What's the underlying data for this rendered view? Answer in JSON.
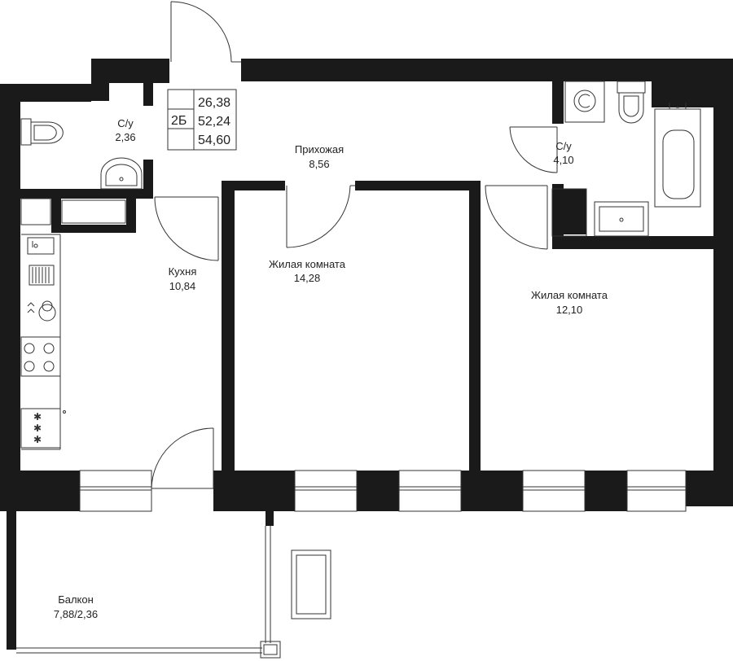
{
  "apartment": {
    "type": "2Б",
    "area_living": "26,38",
    "area_total_no_balcony": "52,24",
    "area_total": "54,60"
  },
  "rooms": {
    "bath_left": {
      "name": "С/у",
      "area": "2,36"
    },
    "hall": {
      "name": "Прихожая",
      "area": "8,56"
    },
    "bath_right": {
      "name": "С/у",
      "area": "4,10"
    },
    "kitchen": {
      "name": "Кухня",
      "area": "10,84"
    },
    "living1": {
      "name": "Жилая комната",
      "area": "14,28"
    },
    "living2": {
      "name": "Жилая комната",
      "area": "12,10"
    },
    "balcony": {
      "name": "Балкон",
      "area": "7,88/2,36"
    }
  },
  "colors": {
    "wall": "#1a1a1a",
    "line": "#333333",
    "background": "#ffffff"
  }
}
